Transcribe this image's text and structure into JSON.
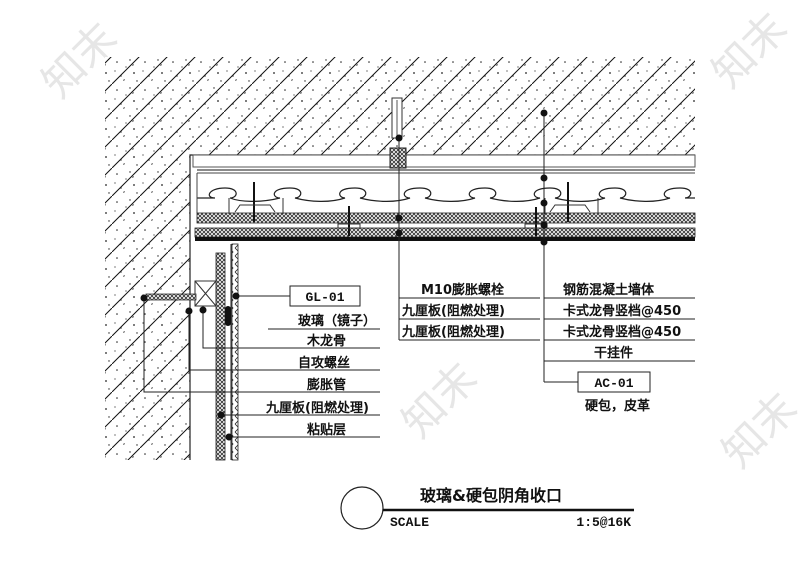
{
  "drawing": {
    "title": "玻璃&硬包阴角收口",
    "scale_label": "SCALE",
    "scale_value": "1:5@16K",
    "watermark": "知末"
  },
  "labels_left": {
    "code": "GL-01",
    "items": [
      "玻璃（镜子）",
      "木龙骨",
      "自攻螺丝",
      "膨胀管",
      "九厘板(阻燃处理)",
      "粘贴层"
    ]
  },
  "labels_middle": {
    "items": [
      "M10膨胀螺栓",
      "九厘板(阻燃处理)",
      "九厘板(阻燃处理)"
    ]
  },
  "labels_right": {
    "items": [
      "钢筋混凝土墙体",
      "卡式龙骨竖档@450",
      "卡式龙骨竖档@450",
      "干挂件"
    ],
    "code": "AC-01",
    "caption": "硬包，皮革"
  }
}
